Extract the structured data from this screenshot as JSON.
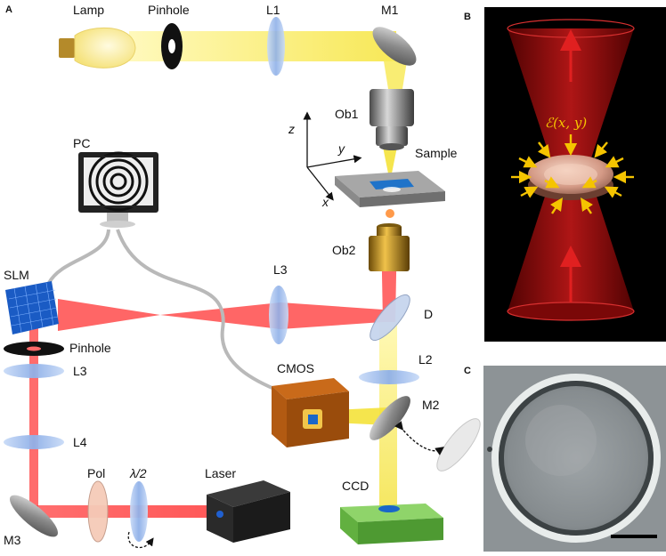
{
  "panel_labels": {
    "a": "A",
    "b": "B",
    "c": "C"
  },
  "components": {
    "lamp": "Lamp",
    "pinhole_top": "Pinhole",
    "l1": "L1",
    "m1": "M1",
    "ob1": "Ob1",
    "sample": "Sample",
    "ob2": "Ob2",
    "l3_right": "L3",
    "d": "D",
    "l2": "L2",
    "m2": "M2",
    "ccd": "CCD",
    "cmos": "CMOS",
    "pc": "PC",
    "slm": "SLM",
    "pinhole_left": "Pinhole",
    "l3_left": "L3",
    "l4": "L4",
    "m3": "M3",
    "pol": "Pol",
    "half_wave": "λ/2",
    "laser": "Laser"
  },
  "axes": {
    "z": "z",
    "y": "y",
    "x": "x"
  },
  "field_label": "ℰ(x, y)",
  "colors": {
    "lamp_beam": "#f7e94a",
    "laser_beam": "#ff4040",
    "lens": "#a9c4ee",
    "panel_b_bg": "#000000",
    "panel_b_beam": "#b01010",
    "arrow_yellow": "#f5c400"
  }
}
